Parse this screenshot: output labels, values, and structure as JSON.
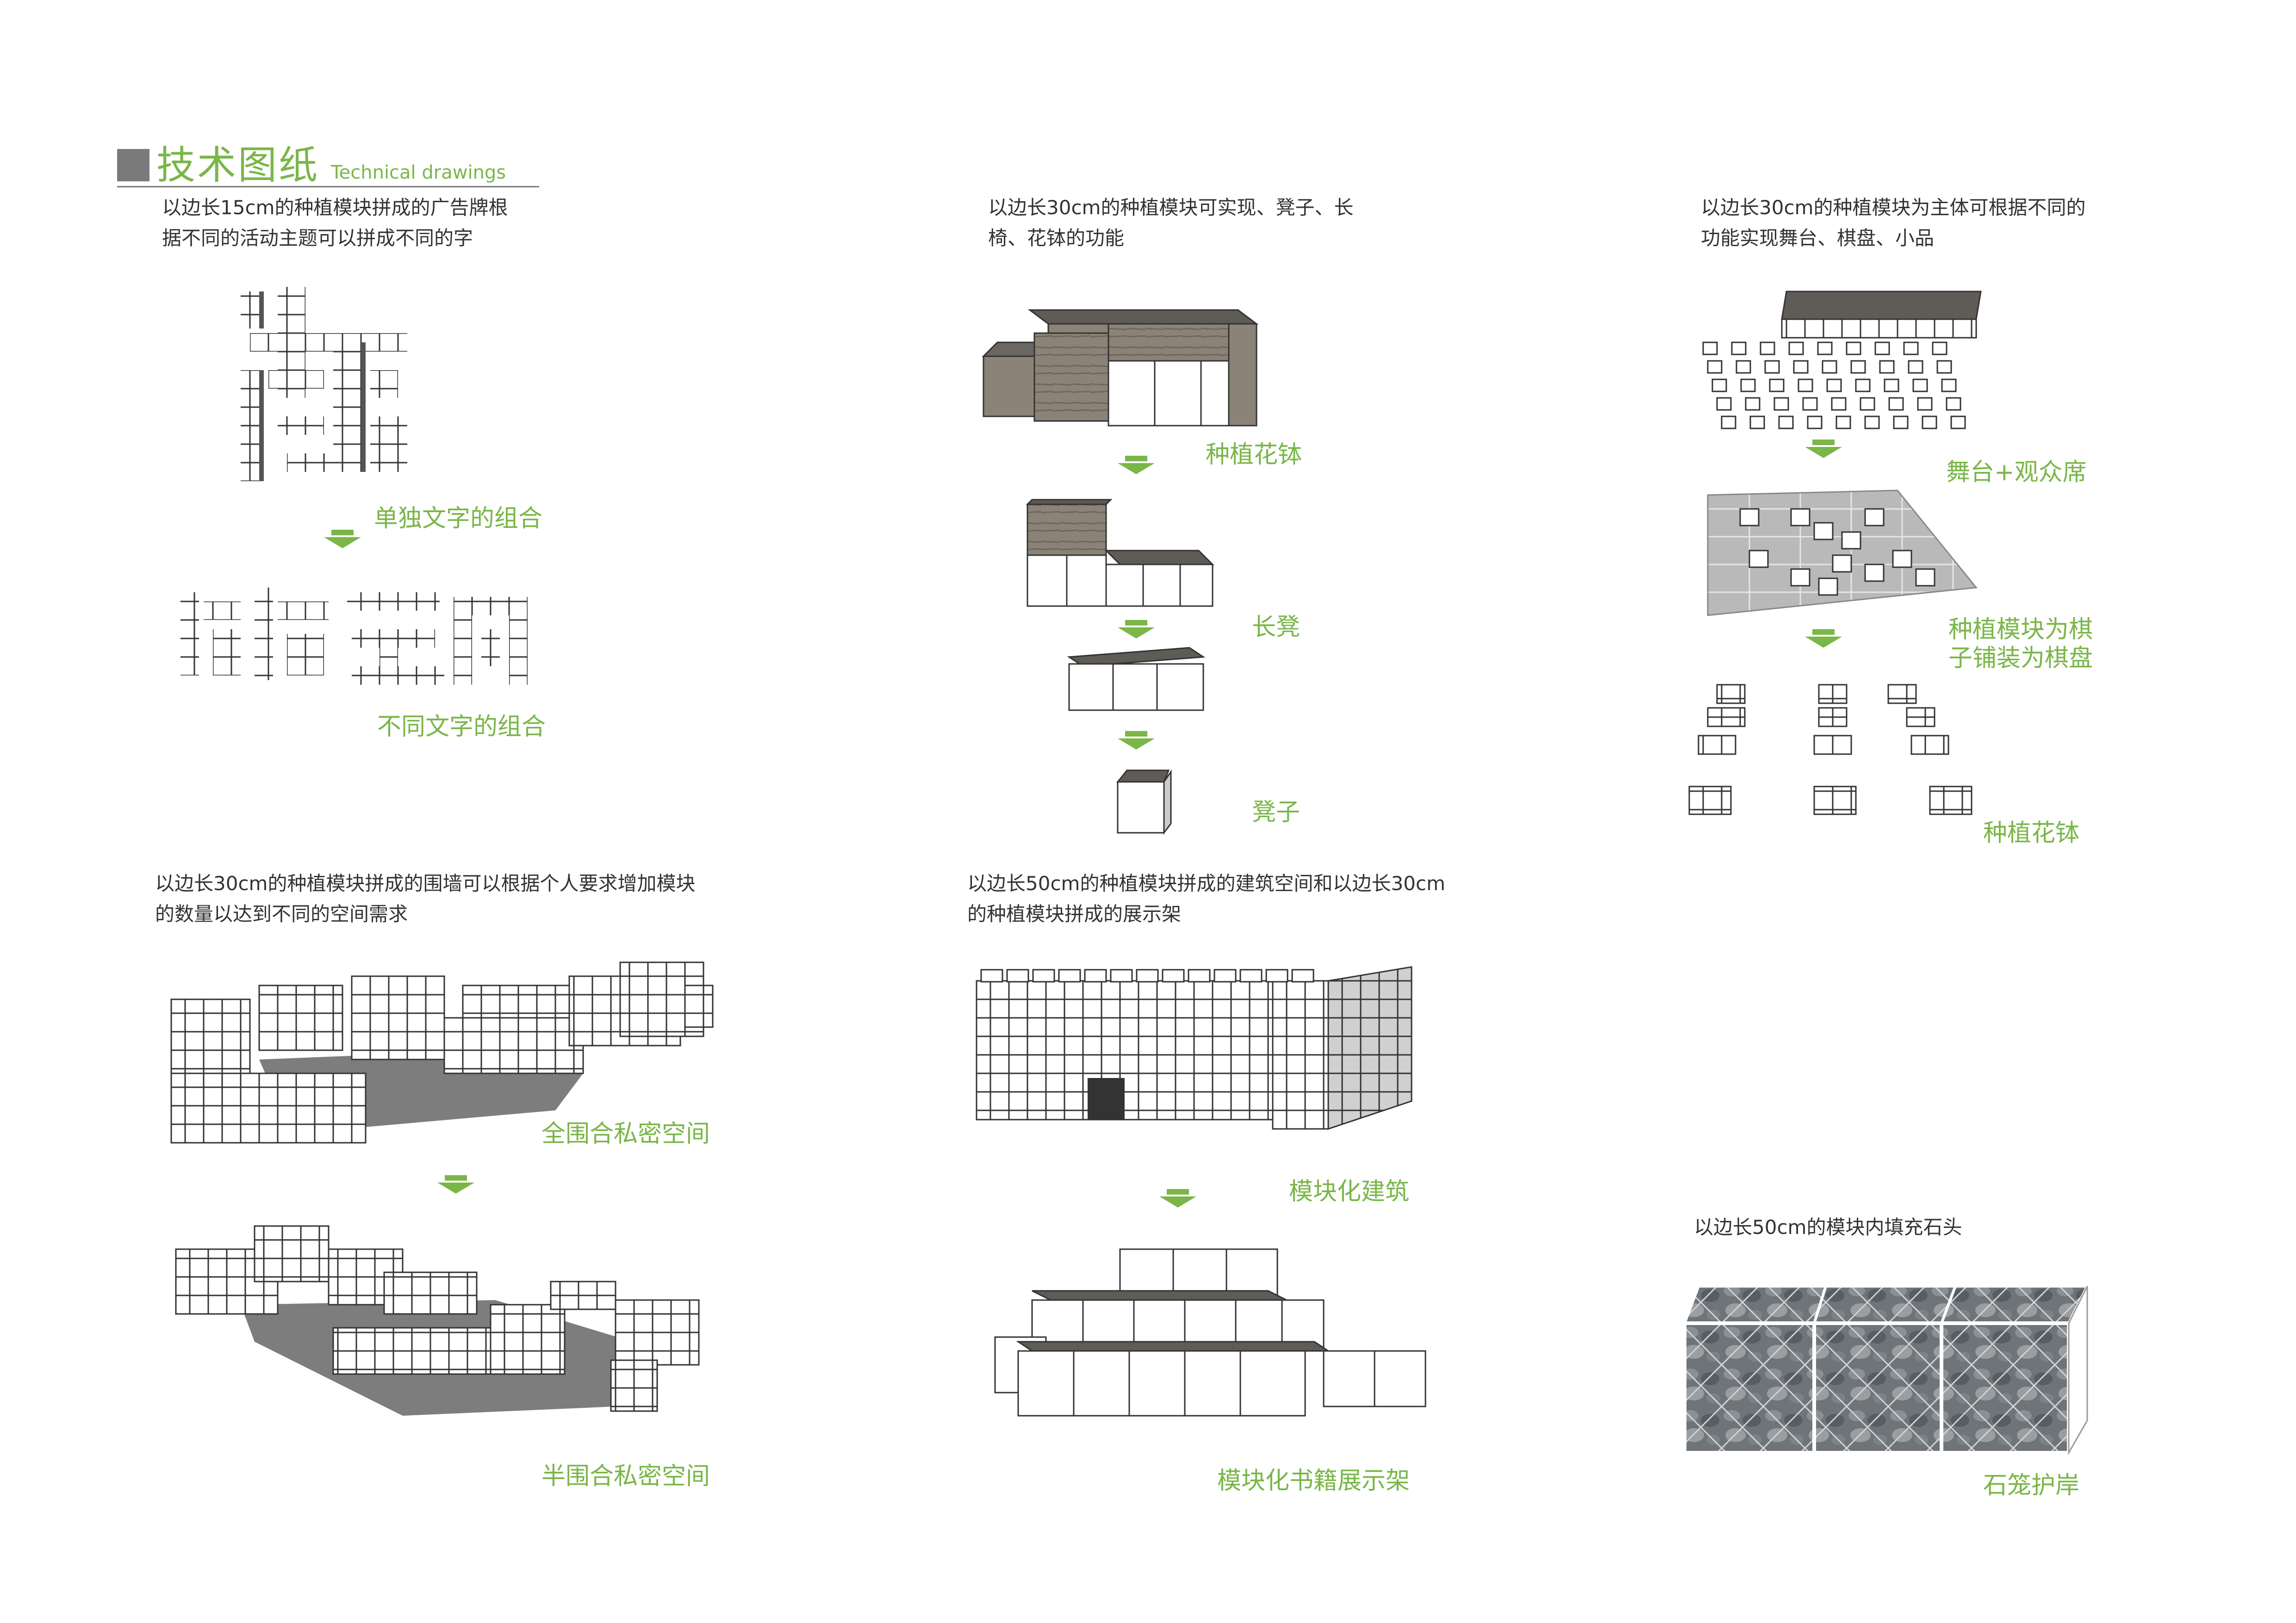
{
  "header": {
    "title_cn": "技术图纸",
    "title_en": "Technical drawings"
  },
  "colors": {
    "accent": "#7ab648",
    "text": "#333333",
    "gray": "#7a7a7a"
  },
  "panels": {
    "billboard": {
      "desc": "以边长15cm的种植模块拼成的广告牌根\n据不同的活动主题可以拼成不同的字",
      "label_single": "单独文字的组合",
      "label_multi": "不同文字的组合"
    },
    "furniture": {
      "desc": "以边长30cm的种植模块可实现、凳子、长\n椅、花钵的功能",
      "label_planter": "种植花钵",
      "label_bench": "长凳",
      "label_stool": "凳子"
    },
    "stage": {
      "desc": "以边长30cm的种植模块为主体可根据不同的\n功能实现舞台、棋盘、小品",
      "label_stage": "舞台+观众席",
      "label_chess": "种植模块为棋\n子铺装为棋盘",
      "label_planter": "种植花钵"
    },
    "wall": {
      "desc": "以边长30cm的种植模块拼成的围墙可以根据个人要求增加模块\n的数量以达到不同的空间需求",
      "label_full": "全围合私密空间",
      "label_half": "半围合私密空间"
    },
    "building": {
      "desc": "以边长50cm的种植模块拼成的建筑空间和以边长30cm\n的种植模块拼成的展示架",
      "label_building": "模块化建筑",
      "label_shelf": "模块化书籍展示架"
    },
    "gabion": {
      "desc": "以边长50cm的模块内填充石头",
      "label": "石笼护岸"
    }
  }
}
